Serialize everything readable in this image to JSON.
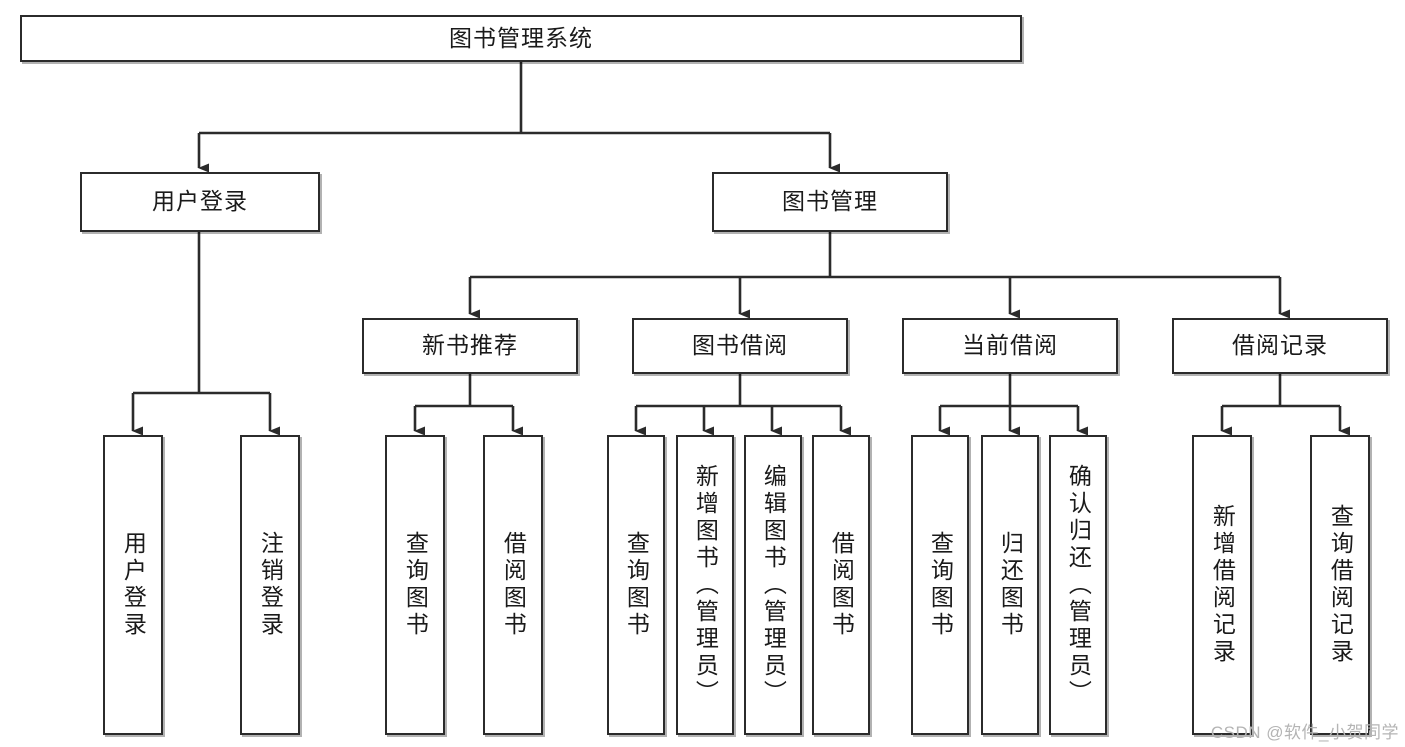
{
  "diagram": {
    "title": "图书管理系统",
    "type": "tree-hierarchy-chart",
    "colors": {
      "box_border": "#2b2b2b",
      "box_fill": "#ffffff",
      "connector": "#2b2b2b",
      "text": "#1a1a1a",
      "background": "#ffffff",
      "watermark": "#b4b4b4"
    },
    "root": {
      "label": "图书管理系统"
    },
    "level2": [
      {
        "label": "用户登录"
      },
      {
        "label": "图书管理"
      }
    ],
    "level3": [
      {
        "label": "新书推荐"
      },
      {
        "label": "图书借阅"
      },
      {
        "label": "当前借阅"
      },
      {
        "label": "借阅记录"
      }
    ],
    "leaves": {
      "user_login": [
        {
          "label": "用户登录"
        },
        {
          "label": "注销登录"
        }
      ],
      "new_book_recommend": [
        {
          "label": "查询图书"
        },
        {
          "label": "借阅图书"
        }
      ],
      "book_borrow": [
        {
          "label": "查询图书"
        },
        {
          "label": "新增图书（管理员）"
        },
        {
          "label": "编辑图书（管理员）"
        },
        {
          "label": "借阅图书"
        }
      ],
      "current_borrow": [
        {
          "label": "查询图书"
        },
        {
          "label": "归还图书"
        },
        {
          "label": "确认归还（管理员）"
        }
      ],
      "borrow_record": [
        {
          "label": "新增借阅记录"
        },
        {
          "label": "查询借阅记录"
        }
      ]
    }
  },
  "watermark": {
    "text": "CSDN @软件_小贺同学"
  }
}
